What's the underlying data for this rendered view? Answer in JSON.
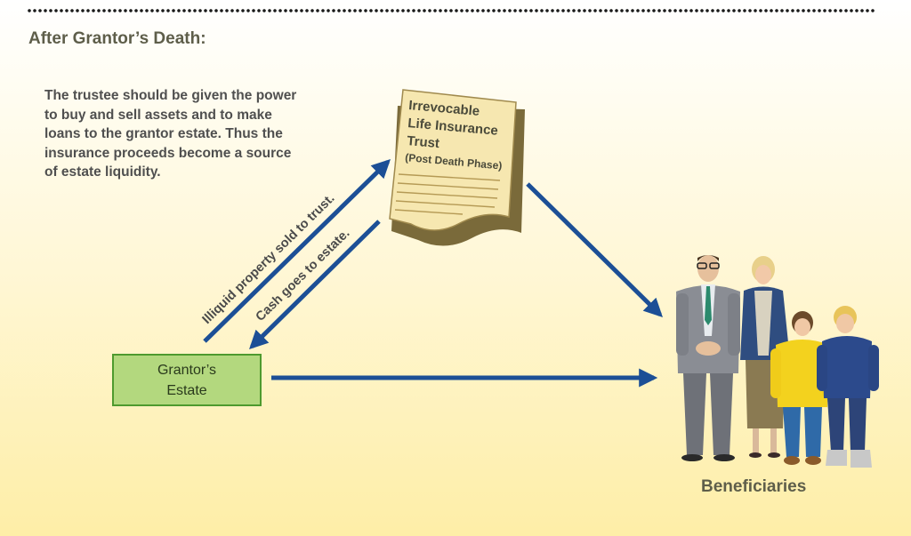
{
  "header": {
    "title": "After Grantor’s Death:"
  },
  "description": {
    "lines": [
      "The trustee should be given the power",
      "to buy and sell assets and to make",
      "loans to the grantor estate. Thus the",
      "insurance proceeds become a source",
      "of estate liquidity."
    ]
  },
  "trust_document": {
    "line1": "Irrevocable",
    "line2": "Life Insurance",
    "line3": "Trust",
    "line4": "(Post Death Phase)"
  },
  "estate": {
    "line1": "Grantor’s",
    "line2": "Estate"
  },
  "arrows": {
    "estate_to_trust_label": "Illiquid property sold to trust.",
    "trust_to_estate_label": "Cash goes to estate."
  },
  "beneficiaries": {
    "label": "Beneficiaries"
  },
  "colors": {
    "arrow": "#1c4f96",
    "estate_fill": "#b3d87e",
    "estate_border": "#4e9a2e",
    "document_fill": "#f6e7b0"
  }
}
